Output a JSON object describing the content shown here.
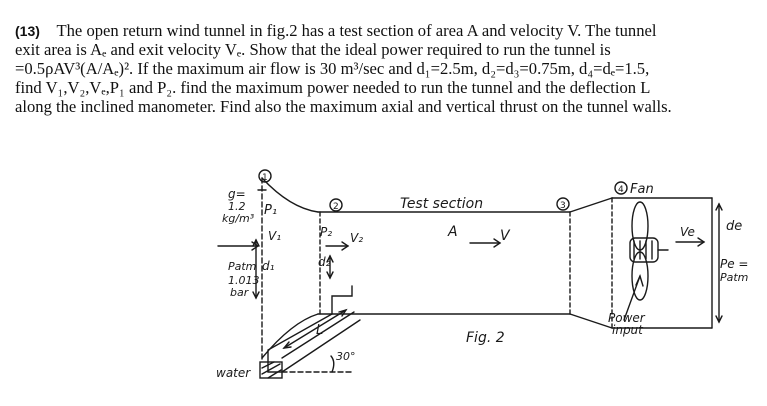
{
  "problem": {
    "number": "(13)",
    "lines": [
      "The open return wind tunnel in fig.2 has a test section of area A and velocity V. The tunnel",
      "exit area is Aₑ and exit velocity Vₑ. Show that the ideal power required to run the tunnel is",
      "=0.5ρAV³(A/Aₑ)². If the maximum air flow is 30 m³/sec and d₁=2.5m, d₂=d₃=0.75m, d₄=dₑ=1.5,",
      "find V₁,V₂,Vₑ,P₁ and P₂. find the maximum power needed to run the tunnel and the deflection L",
      "along the inclined manometer. Find also the maximum axial and vertical thrust on the tunnel walls."
    ]
  },
  "figure": {
    "labels": {
      "station1": "1",
      "station2": "2",
      "station3": "3",
      "station4": "4",
      "fan": "Fan",
      "g_top": "g=",
      "g_val": "1.2",
      "g_unit": "kg/m³",
      "p1": "P₁",
      "v1": "V₁",
      "patm_top": "Patm",
      "patm_val": "1.013",
      "patm_unit": "bar",
      "d1": "d₁",
      "p2": "P₂",
      "v2": "V₂",
      "d2": "d₂",
      "test_section": "Test section",
      "area_a": "A",
      "vel_v": "V",
      "ve": "Ve",
      "de": "de",
      "pe_top": "Pe =",
      "pe_bottom": "Patm",
      "power_top": "Power",
      "power_bottom": "input",
      "fig_caption": "Fig. 2",
      "L": "L",
      "angle": "30°",
      "water": "water"
    }
  }
}
